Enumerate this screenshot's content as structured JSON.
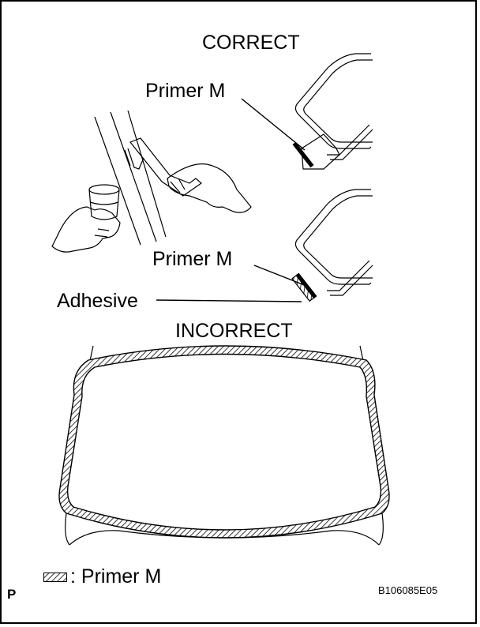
{
  "labels": {
    "correct": "CORRECT",
    "incorrect": "INCORRECT",
    "primer_top": "Primer M",
    "primer_mid": "Primer M",
    "adhesive": "Adhesive",
    "legend": ": Primer M",
    "code": "B106085E05",
    "page_mark": "P"
  },
  "icons": {
    "legend_swatch": "hatched-swatch-icon"
  }
}
